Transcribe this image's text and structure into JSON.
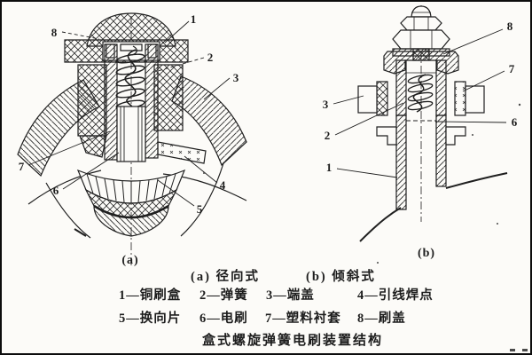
{
  "page": {
    "title": "盒式螺旋弹簧电刷装置结构"
  },
  "subtitles": {
    "a": "(a) 径向式",
    "b": "(b) 倾斜式"
  },
  "figure_a": {
    "caption": "(a)",
    "callouts": {
      "c1": "1",
      "c2": "2",
      "c3": "3",
      "c4": "4",
      "c5": "5",
      "c6": "6",
      "c7": "7",
      "c8": "8"
    }
  },
  "figure_b": {
    "caption": "(b)",
    "callouts": {
      "c1": "1",
      "c2": "2",
      "c3": "3",
      "c6": "6",
      "c7": "7",
      "c8": "8"
    }
  },
  "legend": {
    "row1": [
      "1—铜刷盒",
      "2—弹簧",
      "3—端盖",
      "4—引线焊点"
    ],
    "row2": [
      "5—换向片",
      "6—电刷",
      "7—塑料衬套",
      "8—刷盖"
    ]
  },
  "colors": {
    "ink": "#1c1c1c",
    "paper": "#fcfbf8"
  }
}
